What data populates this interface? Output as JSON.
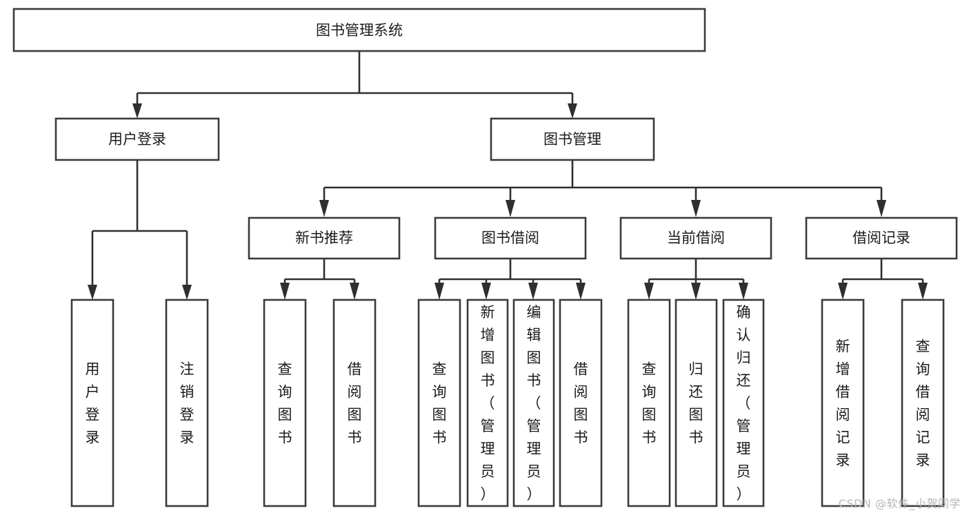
{
  "diagram": {
    "title": "图书管理系统",
    "type": "tree-hierarchy-chart",
    "watermark": "CSDN @软件_小贺同学",
    "colors": {
      "box_stroke": "#3a3a3a",
      "connector": "#2f2f2f",
      "background": "#ffffff",
      "text": "#1b1b1b",
      "watermark": "#b6b6b6"
    },
    "levels": {
      "root": {
        "label": "图书管理系统"
      },
      "level2": [
        {
          "id": "user-login",
          "label": "用户登录"
        },
        {
          "id": "book-management",
          "label": "图书管理"
        }
      ],
      "level3": [
        {
          "id": "new-book-recommend",
          "label": "新书推荐",
          "parent": "book-management"
        },
        {
          "id": "book-borrow",
          "label": "图书借阅",
          "parent": "book-management"
        },
        {
          "id": "current-borrow",
          "label": "当前借阅",
          "parent": "book-management"
        },
        {
          "id": "borrow-record",
          "label": "借阅记录",
          "parent": "book-management"
        }
      ],
      "leaves": [
        {
          "id": "leaf-user-login",
          "label": "用户登录",
          "parent": "user-login"
        },
        {
          "id": "leaf-logout-login",
          "label": "注销登录",
          "parent": "user-login"
        },
        {
          "id": "leaf-query-book-1",
          "label": "查询图书",
          "parent": "new-book-recommend"
        },
        {
          "id": "leaf-borrow-book-1",
          "label": "借阅图书",
          "parent": "new-book-recommend"
        },
        {
          "id": "leaf-query-book-2",
          "label": "查询图书",
          "parent": "book-borrow"
        },
        {
          "id": "leaf-add-book",
          "label": "新增图书（管理员）",
          "parent": "book-borrow"
        },
        {
          "id": "leaf-edit-book",
          "label": "编辑图书（管理员）",
          "parent": "book-borrow"
        },
        {
          "id": "leaf-borrow-book-2",
          "label": "借阅图书",
          "parent": "book-borrow"
        },
        {
          "id": "leaf-query-book-3",
          "label": "查询图书",
          "parent": "current-borrow"
        },
        {
          "id": "leaf-return-book",
          "label": "归还图书",
          "parent": "current-borrow"
        },
        {
          "id": "leaf-confirm-return",
          "label": "确认归还（管理员）",
          "parent": "current-borrow"
        },
        {
          "id": "leaf-add-record",
          "label": "新增借阅记录",
          "parent": "borrow-record"
        },
        {
          "id": "leaf-query-record",
          "label": "查询借阅记录",
          "parent": "borrow-record"
        }
      ]
    }
  }
}
